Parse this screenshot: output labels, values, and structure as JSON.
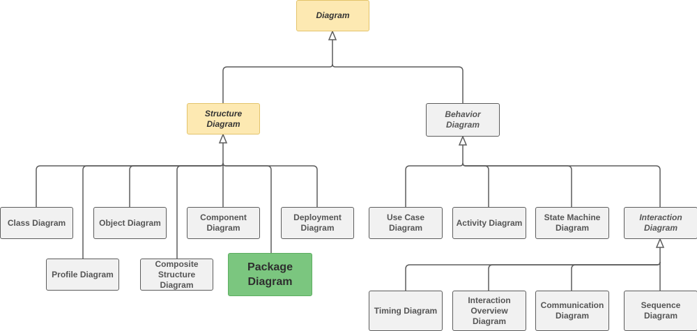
{
  "diagram": {
    "nodes": {
      "diagram": {
        "label": "Diagram",
        "abstract": true
      },
      "structure": {
        "label": "Structure\nDiagram",
        "abstract": true
      },
      "behavior": {
        "label": "Behavior\nDiagram",
        "abstract": true
      },
      "class": {
        "label": "Class Diagram"
      },
      "profile": {
        "label": "Profile Diagram"
      },
      "object": {
        "label": "Object Diagram"
      },
      "composite": {
        "label": "Composite\nStructure\nDiagram"
      },
      "component": {
        "label": "Component\nDiagram"
      },
      "package": {
        "label": "Package\nDiagram",
        "highlighted": true
      },
      "deployment": {
        "label": "Deployment\nDiagram"
      },
      "usecase": {
        "label": "Use Case Diagram"
      },
      "activity": {
        "label": "Activity Diagram"
      },
      "statemachine": {
        "label": "State Machine\nDiagram"
      },
      "interaction": {
        "label": "Interaction\nDiagram",
        "abstract": true
      },
      "timing": {
        "label": "Timing Diagram"
      },
      "overview": {
        "label": "Interaction\nOverview\nDiagram"
      },
      "communication": {
        "label": "Communication\nDiagram"
      },
      "sequence": {
        "label": "Sequence\nDiagram"
      }
    },
    "generalizations": [
      {
        "parent": "diagram",
        "children": [
          "structure",
          "behavior"
        ]
      },
      {
        "parent": "structure",
        "children": [
          "class",
          "profile",
          "object",
          "composite",
          "component",
          "package",
          "deployment"
        ]
      },
      {
        "parent": "behavior",
        "children": [
          "usecase",
          "activity",
          "statemachine",
          "interaction"
        ]
      },
      {
        "parent": "interaction",
        "children": [
          "timing",
          "overview",
          "communication",
          "sequence"
        ]
      }
    ],
    "colors": {
      "abstract_fill": "#fde9b2",
      "concrete_fill": "#f1f1f1",
      "highlight_fill": "#7bc67f",
      "edge": "#5b5b5b"
    }
  }
}
